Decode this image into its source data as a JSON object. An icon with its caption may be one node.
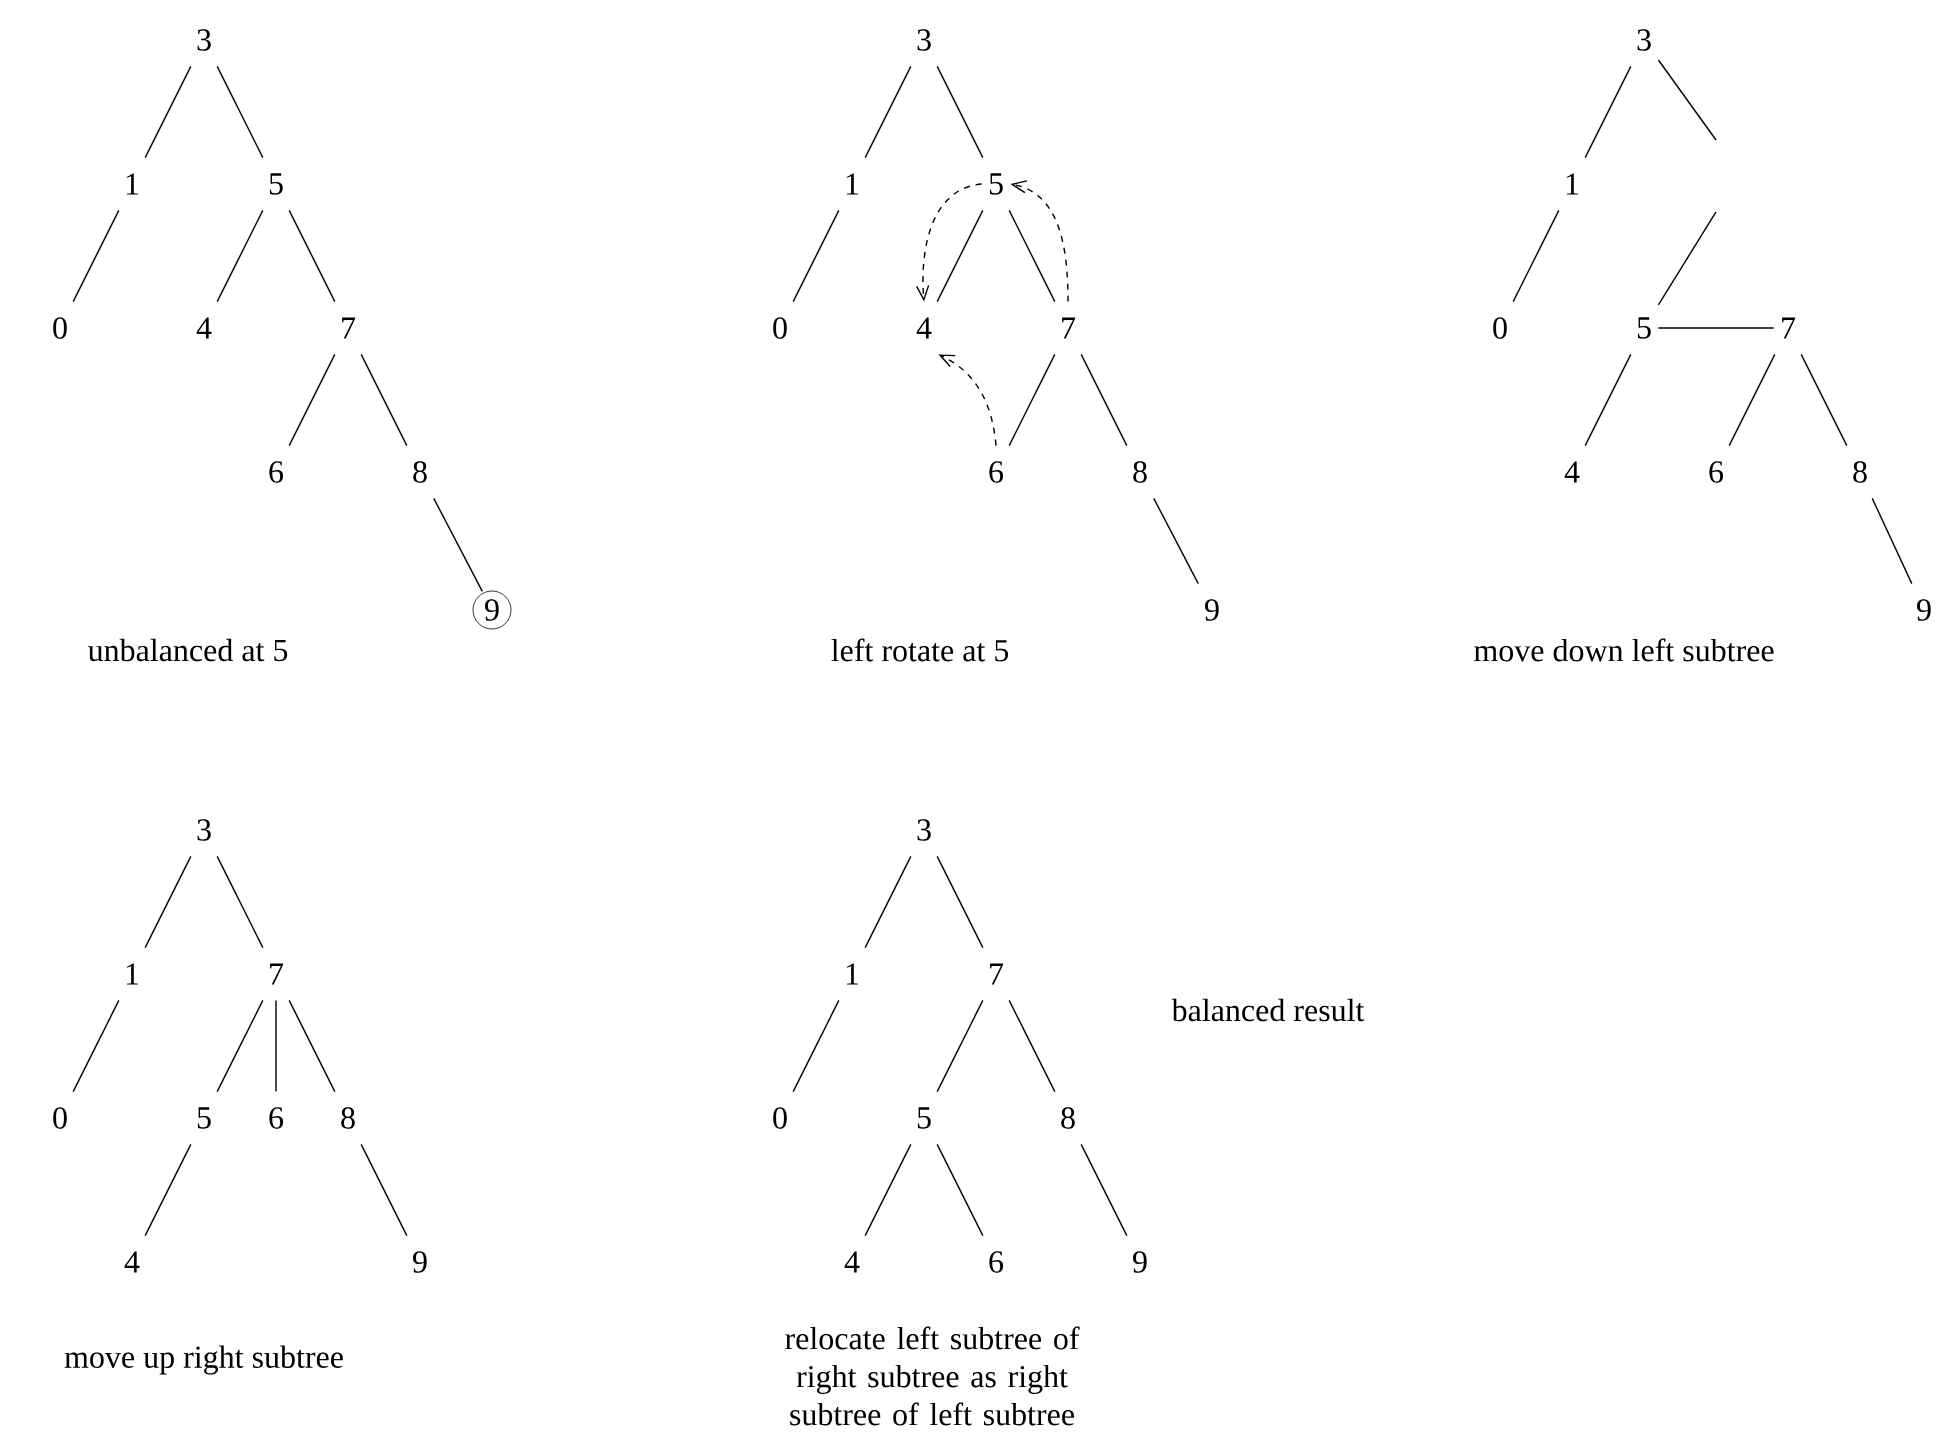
{
  "diagram": {
    "nodes": [
      {
        "text": [
          "3"
        ]
      },
      {
        "text": [
          "1"
        ]
      },
      {
        "text": [
          "5"
        ]
      },
      {
        "text": [
          "0"
        ]
      },
      {
        "text": [
          "4"
        ]
      },
      {
        "text": [
          "7"
        ]
      },
      {
        "text": [
          "6"
        ]
      },
      {
        "text": [
          "8"
        ]
      },
      {
        "text": [
          "9"
        ]
      },
      {
        "text": [
          "3"
        ]
      },
      {
        "text": [
          "1"
        ]
      },
      {
        "text": [
          "5"
        ]
      },
      {
        "text": [
          "0"
        ]
      },
      {
        "text": [
          "4"
        ]
      },
      {
        "text": [
          "7"
        ]
      },
      {
        "text": [
          "6"
        ]
      },
      {
        "text": [
          "8"
        ]
      },
      {
        "text": [
          "9"
        ]
      },
      {
        "text": [
          "3"
        ]
      },
      {
        "text": [
          "1"
        ]
      },
      {
        "text": [
          "0"
        ]
      },
      {
        "text": [
          "5"
        ]
      },
      {
        "text": [
          "7"
        ]
      },
      {
        "text": [
          "4"
        ]
      },
      {
        "text": [
          "6"
        ]
      },
      {
        "text": [
          "8"
        ]
      },
      {
        "text": [
          "9"
        ]
      },
      {
        "text": [
          "3"
        ]
      },
      {
        "text": [
          "1"
        ]
      },
      {
        "text": [
          "7"
        ]
      },
      {
        "text": [
          "0"
        ]
      },
      {
        "text": [
          "5"
        ]
      },
      {
        "text": [
          "6"
        ]
      },
      {
        "text": [
          "8"
        ]
      },
      {
        "text": [
          "4"
        ]
      },
      {
        "text": [
          "9"
        ]
      },
      {
        "text": [
          "3"
        ]
      },
      {
        "text": [
          "1"
        ]
      },
      {
        "text": [
          "7"
        ]
      },
      {
        "text": [
          "0"
        ]
      },
      {
        "text": [
          "5"
        ]
      },
      {
        "text": [
          "8"
        ]
      },
      {
        "text": [
          "4"
        ]
      },
      {
        "text": [
          "6"
        ]
      },
      {
        "text": [
          "9"
        ]
      }
    ],
    "edges": [
      {
        "from": 0,
        "to": 1,
        "arrow": "none"
      },
      {
        "from": 0,
        "to": 2,
        "arrow": "none"
      },
      {
        "from": 1,
        "to": 3,
        "arrow": "none"
      },
      {
        "from": 2,
        "to": 4,
        "arrow": "none"
      },
      {
        "from": 2,
        "to": 5,
        "arrow": "none"
      },
      {
        "from": 5,
        "to": 6,
        "arrow": "none"
      },
      {
        "from": 5,
        "to": 7,
        "arrow": "none"
      },
      {
        "from": 7,
        "to": 8,
        "arrow": "none"
      },
      {
        "from": 9,
        "to": 10,
        "arrow": "none"
      },
      {
        "from": 9,
        "to": 11,
        "arrow": "none"
      },
      {
        "from": 10,
        "to": 12,
        "arrow": "none"
      },
      {
        "from": 11,
        "to": 13,
        "arrow": "none"
      },
      {
        "from": 11,
        "to": 14,
        "arrow": "none"
      },
      {
        "from": 14,
        "to": 15,
        "arrow": "none"
      },
      {
        "from": 14,
        "to": 16,
        "arrow": "none"
      },
      {
        "from": 16,
        "to": 17,
        "arrow": "none"
      },
      {
        "from": 11,
        "to": 13,
        "arrow": "to",
        "style": "dashed"
      },
      {
        "from": 14,
        "to": 11,
        "arrow": "to",
        "style": "dashed"
      },
      {
        "from": 15,
        "to": 13,
        "arrow": "to",
        "style": "dashed"
      },
      {
        "from": 18,
        "to": 19,
        "arrow": "none"
      },
      {
        "from": 18,
        "to": null,
        "arrow": "none"
      },
      {
        "from": null,
        "to": 21,
        "arrow": "none"
      },
      {
        "from": 19,
        "to": 20,
        "arrow": "none"
      },
      {
        "from": 21,
        "to": 22,
        "arrow": "none"
      },
      {
        "from": 21,
        "to": 23,
        "arrow": "none"
      },
      {
        "from": 22,
        "to": 24,
        "arrow": "none"
      },
      {
        "from": 22,
        "to": 25,
        "arrow": "none"
      },
      {
        "from": 25,
        "to": 26,
        "arrow": "none"
      },
      {
        "from": 27,
        "to": 28,
        "arrow": "none"
      },
      {
        "from": 27,
        "to": 29,
        "arrow": "none"
      },
      {
        "from": 28,
        "to": 30,
        "arrow": "none"
      },
      {
        "from": 29,
        "to": 31,
        "arrow": "none"
      },
      {
        "from": 29,
        "to": 32,
        "arrow": "none"
      },
      {
        "from": 29,
        "to": 33,
        "arrow": "none"
      },
      {
        "from": 31,
        "to": 34,
        "arrow": "none"
      },
      {
        "from": 33,
        "to": 35,
        "arrow": "none"
      },
      {
        "from": 36,
        "to": 37,
        "arrow": "none"
      },
      {
        "from": 36,
        "to": 38,
        "arrow": "none"
      },
      {
        "from": 37,
        "to": 39,
        "arrow": "none"
      },
      {
        "from": 38,
        "to": 40,
        "arrow": "none"
      },
      {
        "from": 38,
        "to": 41,
        "arrow": "none"
      },
      {
        "from": 40,
        "to": 42,
        "arrow": "none"
      },
      {
        "from": 40,
        "to": 43,
        "arrow": "none"
      },
      {
        "from": 41,
        "to": 44,
        "arrow": "none"
      }
    ],
    "labels": [
      "unbalanced at 5",
      "left rotate at 5",
      "move down left subtree",
      "balanced result",
      "move up right subtree",
      "relocate left subtree of right subtree as right subtree of left subtree"
    ]
  }
}
